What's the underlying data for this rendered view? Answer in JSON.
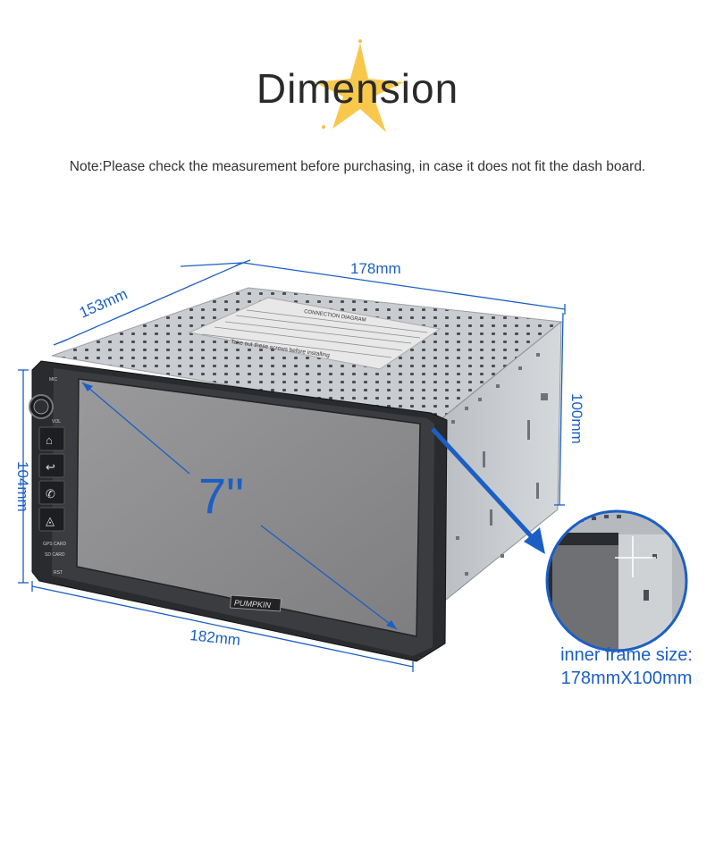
{
  "header": {
    "title": "Dimension"
  },
  "note": "Note:Please check the measurement before purchasing, in case it does not fit the dash board.",
  "dimensions": {
    "depth": "153mm",
    "top_width": "178mm",
    "side_height": "100mm",
    "front_height": "104mm",
    "front_width": "182mm",
    "screen_size": "7\""
  },
  "inner_frame": {
    "line1": "inner frame size:",
    "line2": "178mmX100mm"
  },
  "device": {
    "brand": "PUMPKIN",
    "buttons": [
      "home",
      "back",
      "phone",
      "navigation"
    ],
    "labels": {
      "mic": "MIC",
      "vol": "VOL",
      "gps_card": "GPS CARD",
      "sd_card": "SD CARD",
      "rst": "RST"
    },
    "sticker_title": "CONNECTION DIAGRAM",
    "sticker_warning": "Take out these screws before installing"
  },
  "colors": {
    "accent": "#1b5fc4",
    "star": "#f7c23a"
  }
}
